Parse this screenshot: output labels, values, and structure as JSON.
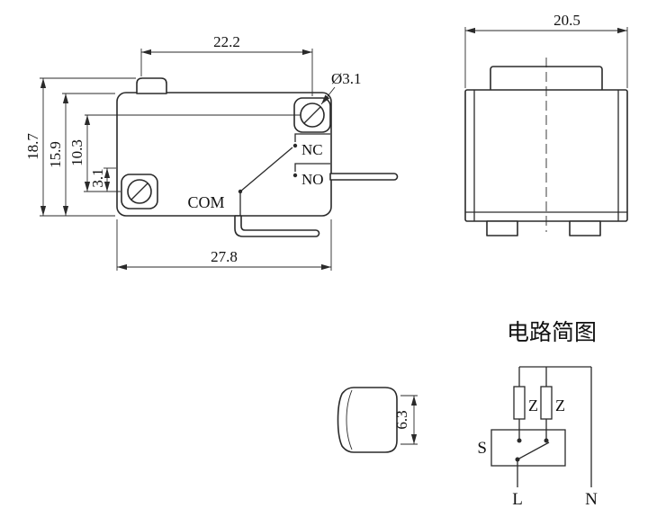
{
  "front_view": {
    "dims": {
      "top_width": "22.2",
      "hole_diameter": "Ø3.1",
      "total_height": "18.7",
      "body_height": "15.9",
      "hole_spacing": "10.3",
      "hole_offset": "3.1",
      "bottom_width": "27.8"
    },
    "labels": {
      "nc": "NC",
      "no": "NO",
      "com": "COM"
    }
  },
  "side_view": {
    "dims": {
      "width": "20.5"
    }
  },
  "plunger_view": {
    "dims": {
      "height": "6.3"
    }
  },
  "circuit": {
    "title": "电路简图",
    "labels": {
      "z_left": "Z",
      "z_right": "Z",
      "s": "S",
      "l": "L",
      "n": "N"
    }
  },
  "colors": {
    "line": "#2a2a2a",
    "text": "#111111",
    "background": "#ffffff"
  }
}
